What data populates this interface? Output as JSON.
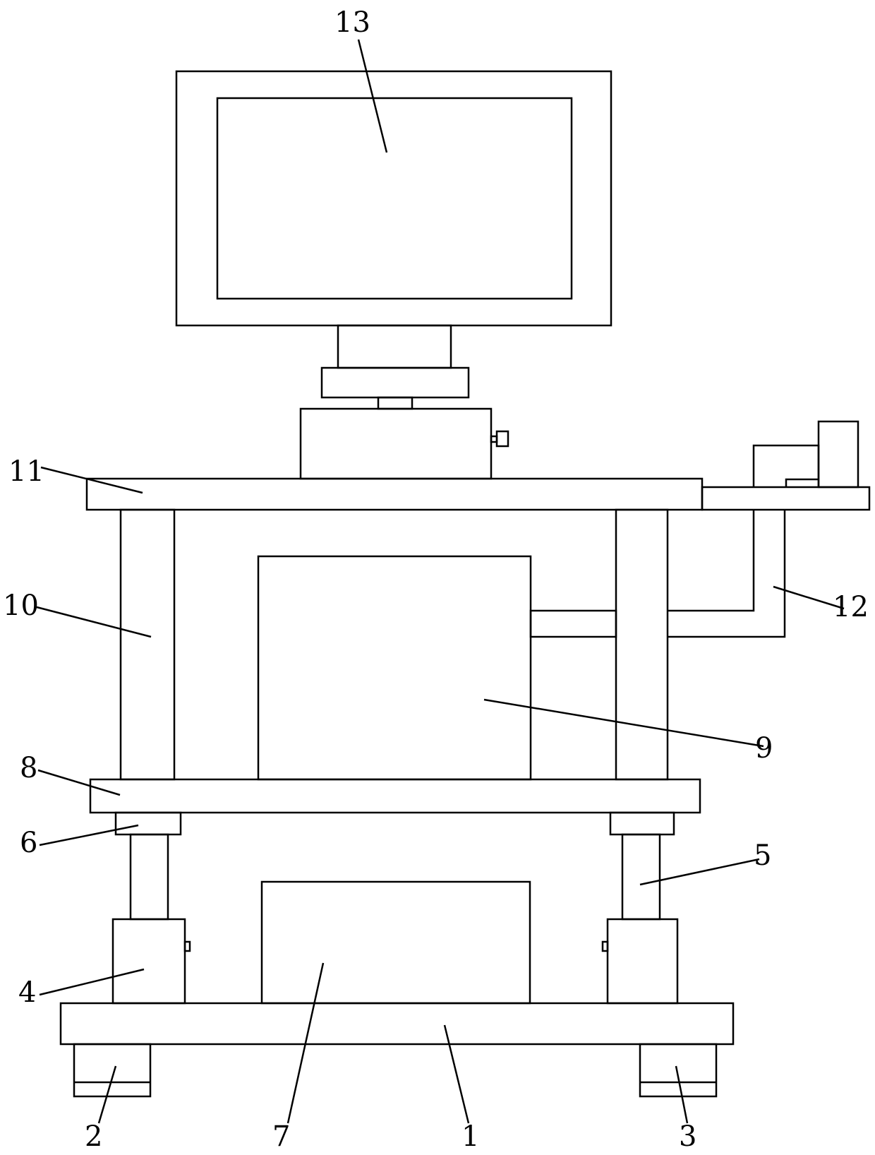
{
  "figure": {
    "line_color": "#000000",
    "background": "#ffffff",
    "labels": {
      "l1": "1",
      "l2": "2",
      "l3": "3",
      "l4": "4",
      "l5": "5",
      "l6": "6",
      "l7": "7",
      "l8": "8",
      "l9": "9",
      "l10": "10",
      "l11": "11",
      "l12": "12",
      "l13": "13"
    }
  }
}
